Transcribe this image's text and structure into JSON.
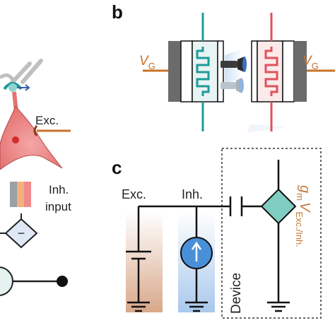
{
  "panels": {
    "b": {
      "letter": "b"
    },
    "c": {
      "letter": "c"
    }
  },
  "left_panel": {
    "exc_label": "Exc.",
    "inh_label_line1": "Inh.",
    "inh_label_line2": "input",
    "minus_symbol": "−"
  },
  "panel_b": {
    "vg_left": {
      "main": "V",
      "sub": "G"
    },
    "vg_right": {
      "main": "V",
      "sub": "G"
    },
    "colors": {
      "teal": "#1f9a9a",
      "red": "#e0525a",
      "orange": "#c8702a",
      "gate": "#6b6b6b"
    }
  },
  "panel_c": {
    "exc_label": "Exc.",
    "inh_label": "Inh.",
    "device_label": "Device",
    "gm_label": {
      "g": "g",
      "m": "m",
      "v": "V",
      "sub": "Exc./Inh."
    },
    "colors": {
      "source_fill": "#4a90d9",
      "diamond_fill": "#7ecdc0",
      "gm_text": "#c07a3a"
    }
  }
}
